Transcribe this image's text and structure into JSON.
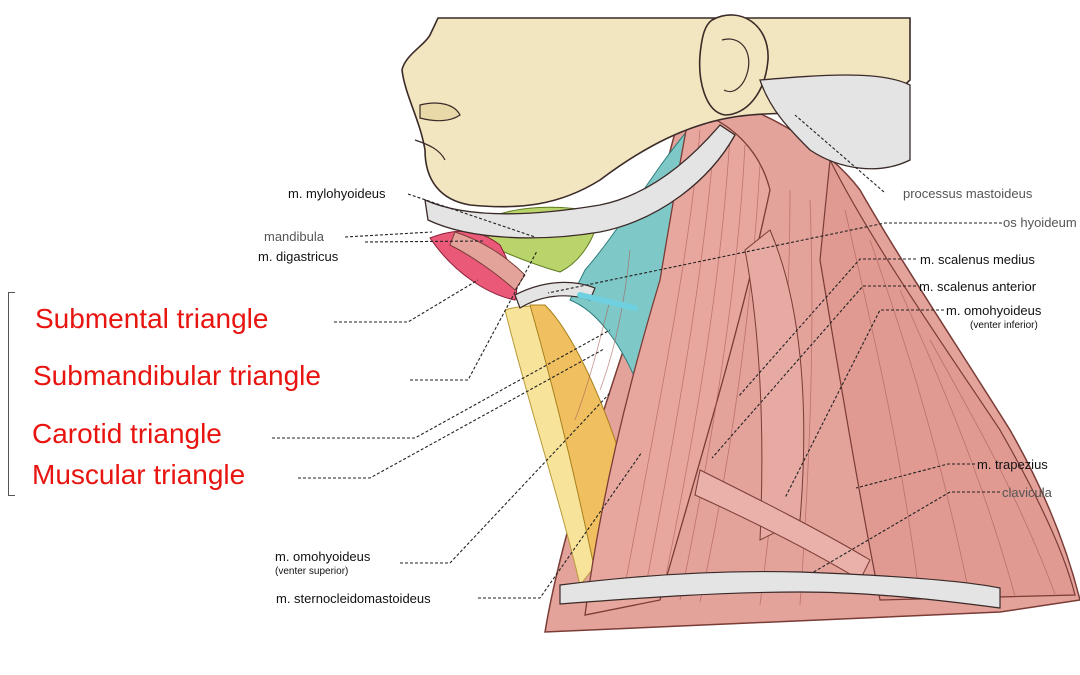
{
  "colors": {
    "triangle_label": "#e8140f",
    "muscle": "#e3a29a",
    "skin": "#f2e6c0",
    "bone": "#e4e4e4",
    "submental": "#ea5a78",
    "submandibular": "#b8d46a",
    "carotid": "#7fc8c8",
    "muscular": "#f0c060",
    "pale_muscle": "#f7e39a"
  },
  "triangles": [
    {
      "key": "submental",
      "label": "Submental triangle"
    },
    {
      "key": "submandibular",
      "label": "Submandibular triangle"
    },
    {
      "key": "carotid",
      "label": "Carotid triangle"
    },
    {
      "key": "muscular",
      "label": "Muscular triangle"
    }
  ],
  "left_labels": {
    "mylohyoideus": "m. mylohyoideus",
    "mandibula": "mandibula",
    "digastricus": "m. digastricus",
    "omohyoideus_superior": "m. omohyoideus",
    "omohyoideus_superior_sub": "(venter superior)",
    "sternocleidomastoideus": "m. sternocleidomastoideus"
  },
  "right_labels": {
    "processus_mastoideus": "processus mastoideus",
    "os_hyoideum": "os hyoideum",
    "scalenus_medius": "m. scalenus medius",
    "scalenus_anterior": "m. scalenus anterior",
    "omohyoideus_inferior": "m. omohyoideus",
    "omohyoideus_inferior_sub": "(venter inferior)",
    "trapezius": "m. trapezius",
    "clavicula": "clavicula"
  }
}
